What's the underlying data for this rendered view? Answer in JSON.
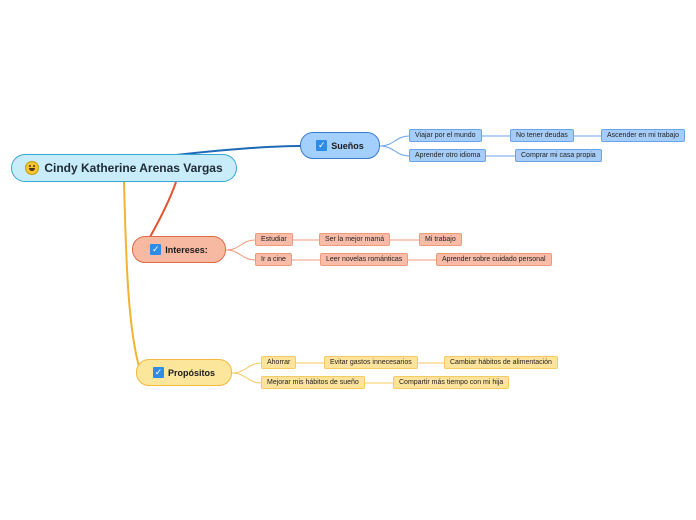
{
  "root": {
    "label": "Cindy Katherine Arenas Vargas",
    "icon": "smiley-face-icon"
  },
  "branches": {
    "suenos": {
      "label": "Sueños",
      "icon": "checkbox-icon",
      "color": "#3b79d3",
      "items": [
        "Viajar por el mundo",
        "No tener deudas",
        "Ascender en mi trabajo",
        "Aprender otro idioma",
        "Comprar mi casa propia"
      ]
    },
    "intereses": {
      "label": "Intereses:",
      "icon": "checkbox-icon",
      "color": "#e06a45",
      "items": [
        "Estudiar",
        "Ser la mejor mamá",
        "Mi trabajo",
        "Ir a cine",
        "Leer novelas románticas",
        "Aprender sobre cuidado personal"
      ]
    },
    "propositos": {
      "label": "Propósitos",
      "icon": "checkbox-icon",
      "color": "#f4b83e",
      "items": [
        "Ahorrar",
        "Evitar gastos innecesarios",
        "Cambiar hábitos de alimentación",
        "Mejorar mis hábitos de sueño",
        "Compartir más tiempo con mi hija"
      ]
    }
  }
}
